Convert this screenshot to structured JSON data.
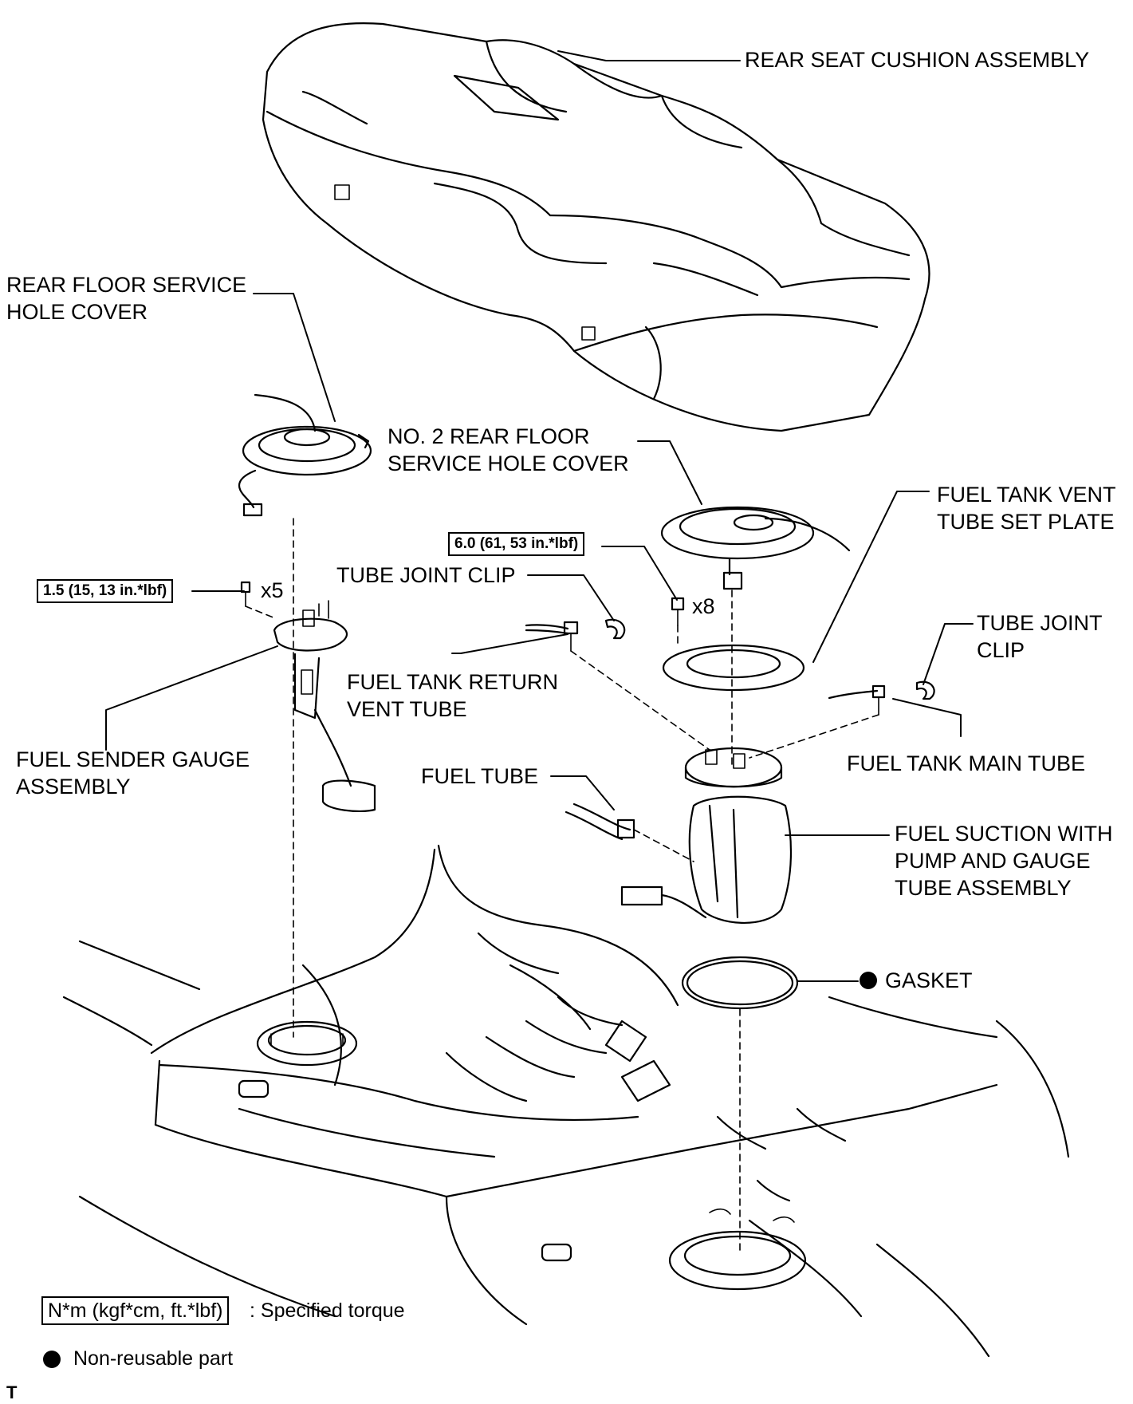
{
  "labels": {
    "rear_seat_cushion": "REAR SEAT CUSHION ASSEMBLY",
    "rear_floor_cover": "REAR FLOOR SERVICE\nHOLE COVER",
    "no2_rear_floor_cover": "NO. 2 REAR FLOOR\nSERVICE HOLE COVER",
    "vent_tube_set_plate": "FUEL TANK VENT\nTUBE SET PLATE",
    "tube_joint_clip_1": "TUBE JOINT CLIP",
    "tube_joint_clip_2": "TUBE JOINT\nCLIP",
    "return_vent_tube": "FUEL TANK RETURN\nVENT TUBE",
    "sender_gauge": "FUEL SENDER GAUGE\nASSEMBLY",
    "fuel_tube": "FUEL TUBE",
    "main_tube": "FUEL TANK MAIN TUBE",
    "suction_pump": "FUEL SUCTION WITH\nPUMP AND GAUGE\nTUBE ASSEMBLY",
    "gasket": "GASKET"
  },
  "torques": {
    "sender_screws": "1.5 (15, 13 in.*lbf)",
    "plate_bolts": "6.0 (61, 53 in.*lbf)"
  },
  "quantities": {
    "sender_screws": "x5",
    "plate_bolts": "x8"
  },
  "legend": {
    "torque_box": "N*m (kgf*cm, ft.*lbf)",
    "torque_text": ": Specified torque",
    "nonreusable_text": "Non-reusable part"
  },
  "corner_mark": "T"
}
